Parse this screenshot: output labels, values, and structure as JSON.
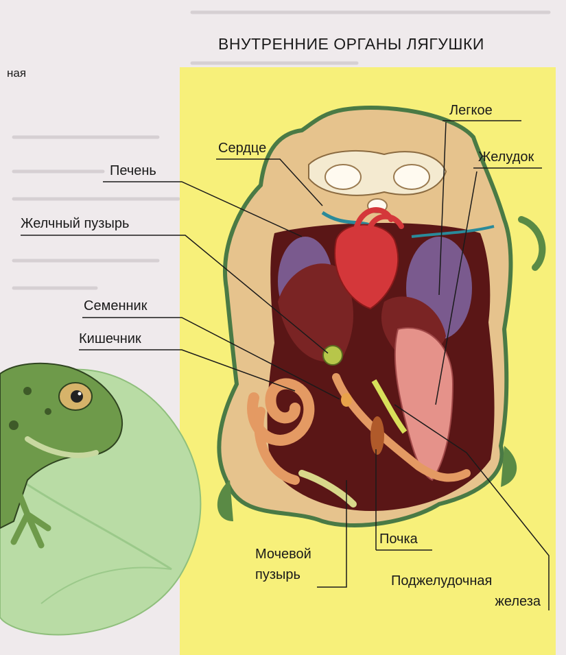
{
  "title": "ВНУТРЕННИЕ ОРГАНЫ ЛЯГУШКИ",
  "fragment_left": "ная",
  "labels": {
    "heart": "Сердце",
    "lung": "Легкое",
    "liver": "Печень",
    "stomach": "Желудок",
    "gallbladder": "Желчный пузырь",
    "testis": "Семенник",
    "intestine": "Кишечник",
    "bladder_line1": "Мочевой",
    "bladder_line2": "пузырь",
    "kidney": "Почка",
    "pancreas_line1": "Поджелудочная",
    "pancreas_line2": "железа"
  },
  "colors": {
    "page": "#efeaec",
    "panel_yellow": "#f7f07a",
    "leaf_green": "#b9dca5",
    "lung_purple": "#7a5a8e",
    "heart_red": "#d4373a",
    "liver_brown": "#7a2424",
    "intestine_orange": "#e49a63"
  }
}
